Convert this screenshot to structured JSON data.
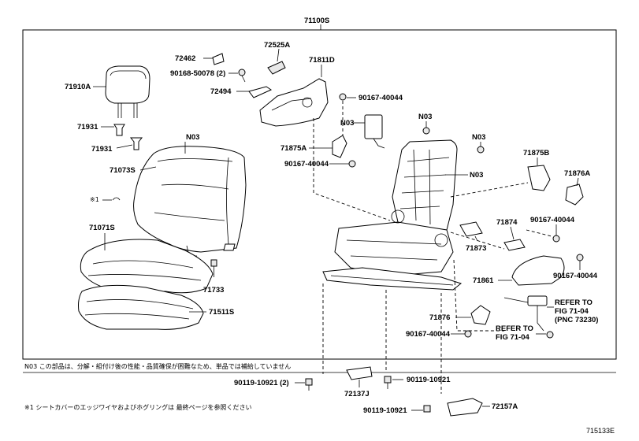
{
  "title_code": "71100S",
  "labels": {
    "l_72462": "72462",
    "l_72525A": "72525A",
    "l_71811D": "71811D",
    "l_90168": "90168-50078 (2)",
    "l_72494": "72494",
    "l_90167_a": "90167-40044",
    "l_71910A": "71910A",
    "l_71931_a": "71931",
    "l_71931_b": "71931",
    "l_N03_top": "N03",
    "l_71073S": "71073S",
    "l_mark1": "※1",
    "l_71071S": "71071S",
    "l_71733": "71733",
    "l_71511S": "71511S",
    "l_N03_mid": "N03",
    "l_71875A": "71875A",
    "l_90167_b": "90167-40044",
    "l_N03_r1": "N03",
    "l_N03_r2": "N03",
    "l_N03_r3": "N03",
    "l_71875B": "71875B",
    "l_71876A": "71876A",
    "l_71874": "71874",
    "l_90167_c": "90167-40044",
    "l_71873": "71873",
    "l_90167_d": "90167-40044",
    "l_71861": "71861",
    "l_refer1a": "REFER TO",
    "l_refer1b": "FIG 71-04",
    "l_refer1c": "(PNC 73230)",
    "l_71876": "71876",
    "l_90167_e": "90167-40044",
    "l_refer2a": "REFER TO",
    "l_refer2b": "FIG 71-04",
    "l_90119_a": "90119-10921 (2)",
    "l_72137J": "72137J",
    "l_90119_b": "90119-10921",
    "l_90119_c": "90119-10921",
    "l_72157A": "72157A"
  },
  "notes": {
    "n03_note": "N03  この部品は、分解・組付け後の性能・品質確保が困難なため、単品では補給していません",
    "mark_note": "※1  シートカバーのエッジワイヤおよびホグリングは 最終ページを参照ください"
  },
  "figure_code": "715133E"
}
